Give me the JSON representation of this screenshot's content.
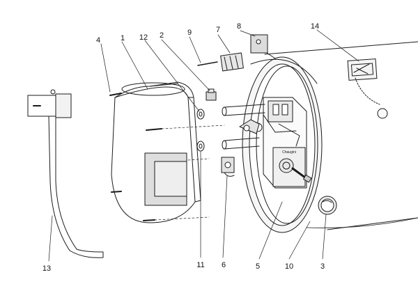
{
  "diagram": {
    "kind": "exploded-parts-view",
    "brand_plate_text": "Chaugini",
    "callouts": [
      {
        "id": "c1",
        "label": "1"
      },
      {
        "id": "c2",
        "label": "2"
      },
      {
        "id": "c3",
        "label": "3"
      },
      {
        "id": "c4",
        "label": "4"
      },
      {
        "id": "c5",
        "label": "5"
      },
      {
        "id": "c6",
        "label": "6"
      },
      {
        "id": "c7",
        "label": "7"
      },
      {
        "id": "c8",
        "label": "8"
      },
      {
        "id": "c9",
        "label": "9"
      },
      {
        "id": "c10",
        "label": "10"
      },
      {
        "id": "c11",
        "label": "11"
      },
      {
        "id": "c12",
        "label": "12"
      },
      {
        "id": "c13",
        "label": "13"
      },
      {
        "id": "c14",
        "label": "14"
      }
    ],
    "colors": {
      "line": "#1a1a1a",
      "shade": "#e9e9e9",
      "shade_dark": "#cfcfcf",
      "background": "#ffffff"
    }
  }
}
